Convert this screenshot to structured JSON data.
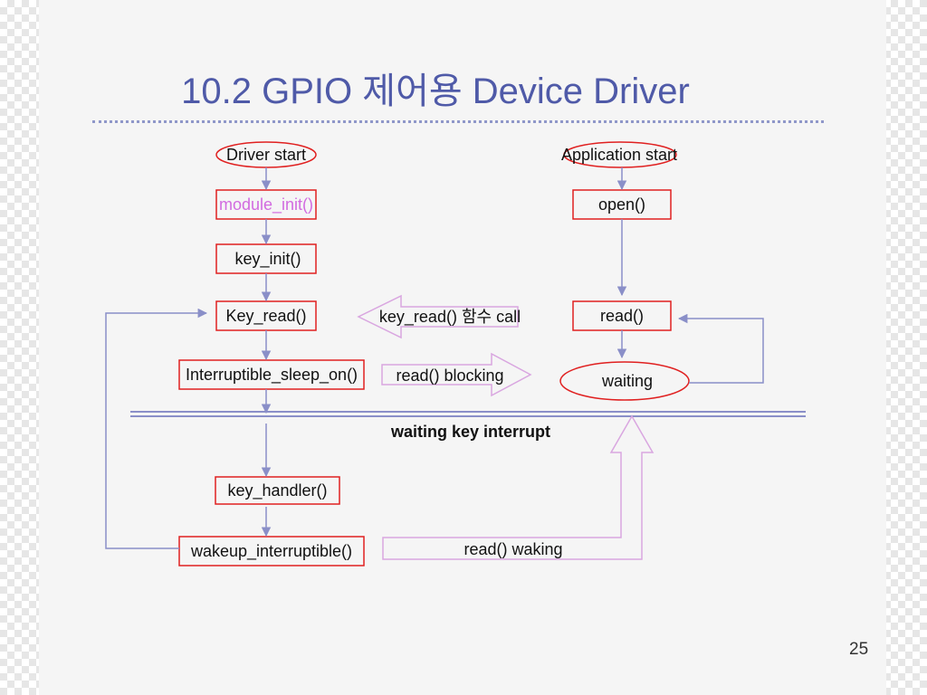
{
  "slide": {
    "title": "10.2 GPIO 제어용 Device Driver",
    "page_number": "25"
  },
  "driver": {
    "start": "Driver start",
    "module_init": "module_init()",
    "key_init": "key_init()",
    "key_read": "Key_read()",
    "sleep_on": "Interruptible_sleep_on()",
    "key_handler": "key_handler()",
    "wakeup": "wakeup_interruptible()"
  },
  "application": {
    "start": "Application start",
    "open": "open()",
    "read": "read()",
    "waiting": "waiting"
  },
  "arrows": {
    "call": "key_read() 함수 call",
    "blocking": "read() blocking",
    "waking": "read()  waking"
  },
  "divider_label": "waiting key interrupt",
  "colors": {
    "title": "#4f5aa8",
    "box_border": "#e02020",
    "connector": "#8a8fc8",
    "block_arrow": "#d9a6e0",
    "module_init_text": "#d26be0"
  }
}
